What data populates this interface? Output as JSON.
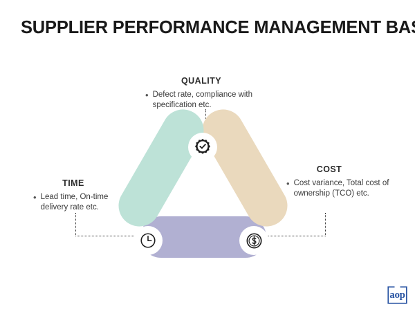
{
  "page": {
    "title": "SUPPLIER PERFORMANCE MANAGEMENT BASICS",
    "background_color": "#ffffff"
  },
  "diagram": {
    "type": "triangle-three-pillar",
    "pillars": [
      {
        "id": "quality",
        "heading": "QUALITY",
        "bullet": "Defect rate, compliance with specification etc.",
        "icon": "check-badge-icon",
        "color": "#ead9bd",
        "position": "top"
      },
      {
        "id": "time",
        "heading": "TIME",
        "bullet": "Lead time, On-time delivery rate etc.",
        "icon": "clock-icon",
        "color": "#bde2d7",
        "position": "bottom-left"
      },
      {
        "id": "cost",
        "heading": "COST",
        "bullet": "Cost variance, Total cost of ownership (TCO) etc.",
        "icon": "dollar-coin-icon",
        "color": "#b1b0d2",
        "position": "bottom-right"
      }
    ],
    "bullet_marker": "•",
    "connector_style": "dotted"
  },
  "logo": {
    "text": "aop",
    "color": "#2a55a3"
  }
}
